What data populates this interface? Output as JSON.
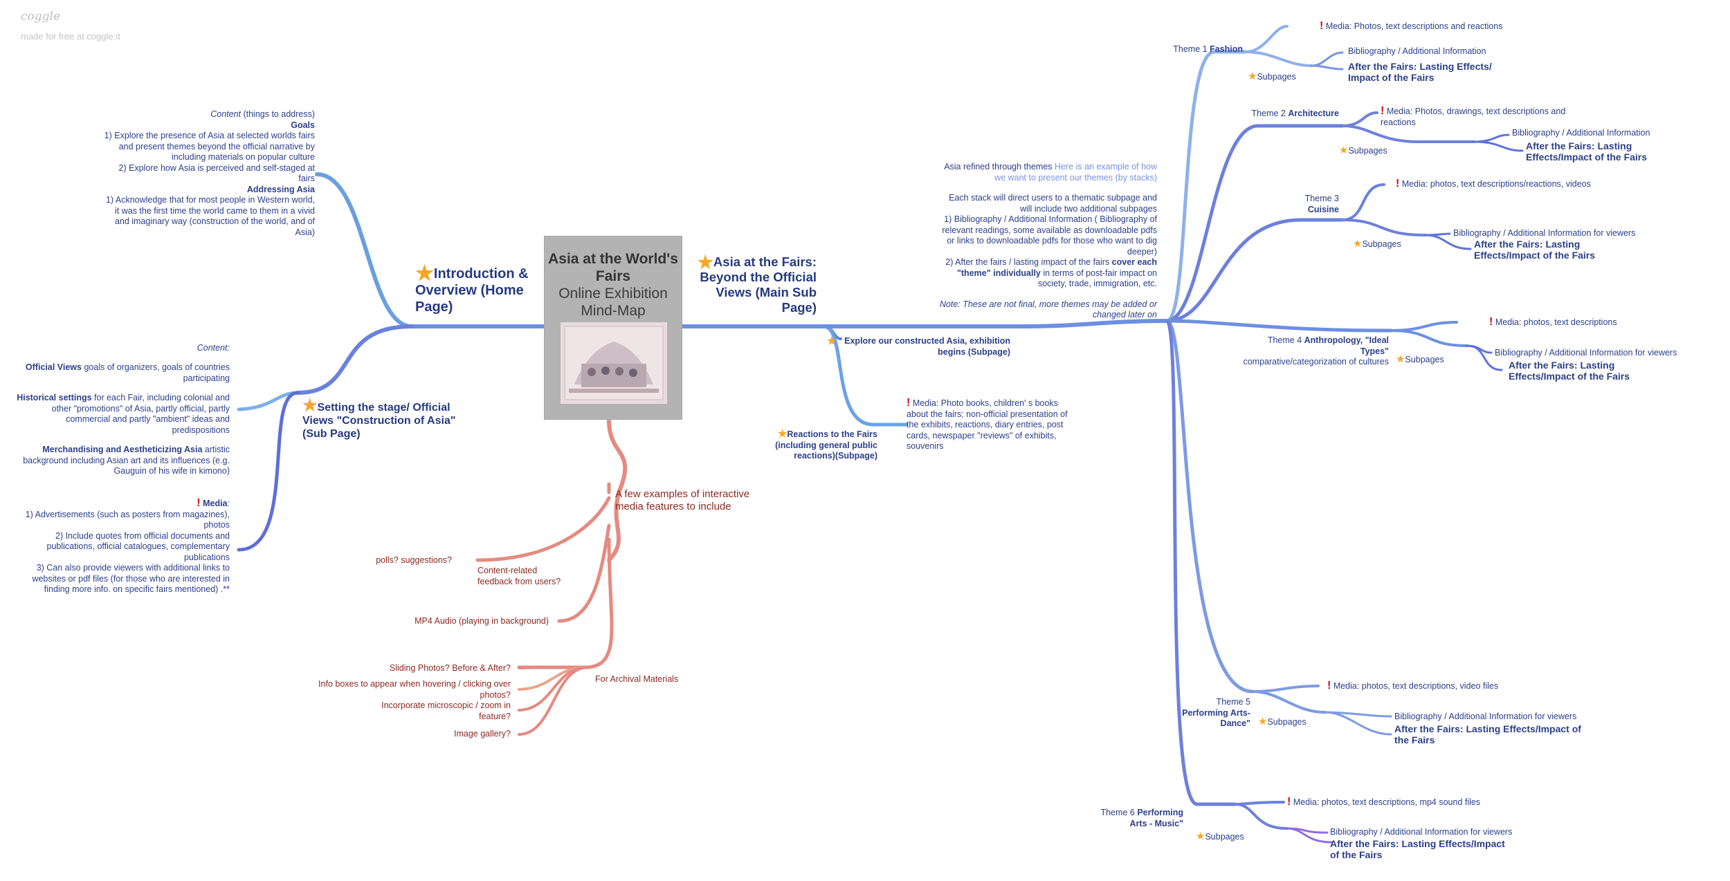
{
  "brand": {
    "logo": "coggle",
    "made_for": "made for free at coggle.it"
  },
  "center": {
    "title": "Asia at the World's Fairs",
    "subtitle": "Online Exhibition Mind-Map"
  },
  "intro": {
    "title": "Introduction & Overview (Home Page)",
    "content_italic": "Content",
    "content_rest": " (things to address)",
    "goals_heading": "Goals",
    "goal_1": "1) Explore the presence of Asia at selected worlds fairs and present themes beyond the official narrative by including materials on popular culture",
    "goal_2": "2) Explore how Asia is perceived and self-staged at fairs",
    "addressing_heading": "Addressing Asia",
    "addressing_1": "1) Acknowledge that for most people in Western world, it was the first time the world came to them in a vivid and imaginary way (construction of the world, and of Asia)"
  },
  "stage": {
    "title": "Setting the stage/ Official Views \"Construction of Asia\" (Sub Page)",
    "content_label": "Content:",
    "official_bold": "Official Views",
    "official_rest": " goals of organizers, goals of countries participating",
    "historical_bold": "Historical settings",
    "historical_rest": " for each Fair, including colonial and other \"promotions\" of Asia, partly official, partly commercial and partly \"ambient\" ideas and predispositions",
    "merch_bold": "Merchandising and Aestheticizing Asia",
    "merch_rest": " artistic background including Asian art and its influences (e.g. Gauguin of his wife in kimono)",
    "media_bold": "Media",
    "media_colon": ":",
    "media_1": "1) Advertisements (such as posters from magazines), photos",
    "media_2": "2) Include quotes from official documents and publications, official catalogues, complementary publications",
    "media_3": "3) Can also provide viewers with additional links to websites or pdf files (for those who are interested in finding more info. on specific fairs mentioned) .**"
  },
  "beyond": {
    "title": "Asia at the Fairs: Beyond the Official Views (Main Sub Page)",
    "explore": "Explore our constructed Asia, exhibition begins (Subpage)",
    "reactions": "Reactions to the Fairs (including general public reactions)(Subpage)",
    "reactions_media": "Media: Photo books, children' s books about the fairs; non-official presentation of the exhibits, reactions, diary entries, post cards, newspaper \"reviews\" of exhibits, souvenirs",
    "refined_a": "Asia refined through themes",
    "refined_b": " Here is an example of how we want to present our themes (by stacks)",
    "stack_1": "Each stack will direct users to a thematic subpage and will include two additional subpages",
    "stack_2": "1) Bibliography / Additional Information ( Bibliography of relevant readings, some available as downloadable pdfs or links to downloadable pdfs for those who want to dig deeper)",
    "stack_3a": "2) After the fairs / lasting impact of the fairs ",
    "stack_3b": " cover each \"theme\" individually",
    "stack_3c": " in terms of post-fair impact on society, trade, immigration, etc.",
    "note": "Note: These are not final, more themes may be added or changed later on"
  },
  "media_features": {
    "title": "A few examples of interactive media features to include",
    "feedback": "Content-related feedback from users?",
    "polls": "polls? suggestions?",
    "audio": "MP4 Audio (playing in background)",
    "archival": "For Archival Materials",
    "sliding": "Sliding Photos? Before & After?",
    "info_boxes": "Info boxes to appear when hovering / clicking over photos?",
    "microscopic": "Incorporate microscopic / zoom in feature?",
    "gallery": "Image gallery?"
  },
  "themes": {
    "t1_pre": "Theme 1 ",
    "t1_name": "Fashion",
    "t1_media": "Media: Photos, text descriptions and reactions",
    "t1_bib": "Bibliography / Additional Information",
    "t1_after": "After the Fairs: Lasting Effects/ Impact of the Fairs",
    "t2_pre": "Theme 2 ",
    "t2_name": "Architecture",
    "t2_media": "Media: Photos, drawings, text descriptions and reactions",
    "t2_bib": "Bibliography / Additional Information",
    "t2_after": "After the Fairs: Lasting Effects/Impact of the Fairs",
    "t3_pre": "Theme 3",
    "t3_name": "Cuisine",
    "t3_media": "Media: photos, text descriptions/reactions, videos",
    "t3_bib": "Bibliography / Additional Information for viewers",
    "t3_after": "After the Fairs: Lasting Effects/Impact of the Fairs",
    "t4_pre": "Theme 4 ",
    "t4_name": "Anthropology, \"Ideal Types\"",
    "t4_desc": "comparative/categorization of cultures",
    "t4_media": "Media: photos, text descriptions",
    "t4_bib": "Bibliography / Additional Information for viewers",
    "t4_after": "After the Fairs: Lasting Effects/Impact of the Fairs",
    "t5_pre": "Theme 5",
    "t5_name": "Performing Arts-Dance\"",
    "t5_media": "Media: photos, text descriptions, video files",
    "t5_bib": "Bibliography / Additional Information for viewers",
    "t5_after": "After the Fairs: Lasting Effects/Impact of the Fairs",
    "t6_pre": "Theme 6 ",
    "t6_name": "Performing Arts - Music\"",
    "t6_media": "Media: photos, text descriptions, mp4 sound files",
    "t6_bib": "Bibliography / Additional Information for viewers",
    "t6_after": "After the Fairs: Lasting Effects/Impact of the Fairs",
    "subpages": "Subpages"
  },
  "colors": {
    "blue_branch": "#6d8fe3",
    "red_branch": "#e58a80",
    "text_blue": "#2b3f8a",
    "text_red": "#8b2a22",
    "star": "#f5a623",
    "exclamation": "#d0021b"
  },
  "icons": {
    "star": "star-icon",
    "exclamation": "exclamation-icon"
  }
}
